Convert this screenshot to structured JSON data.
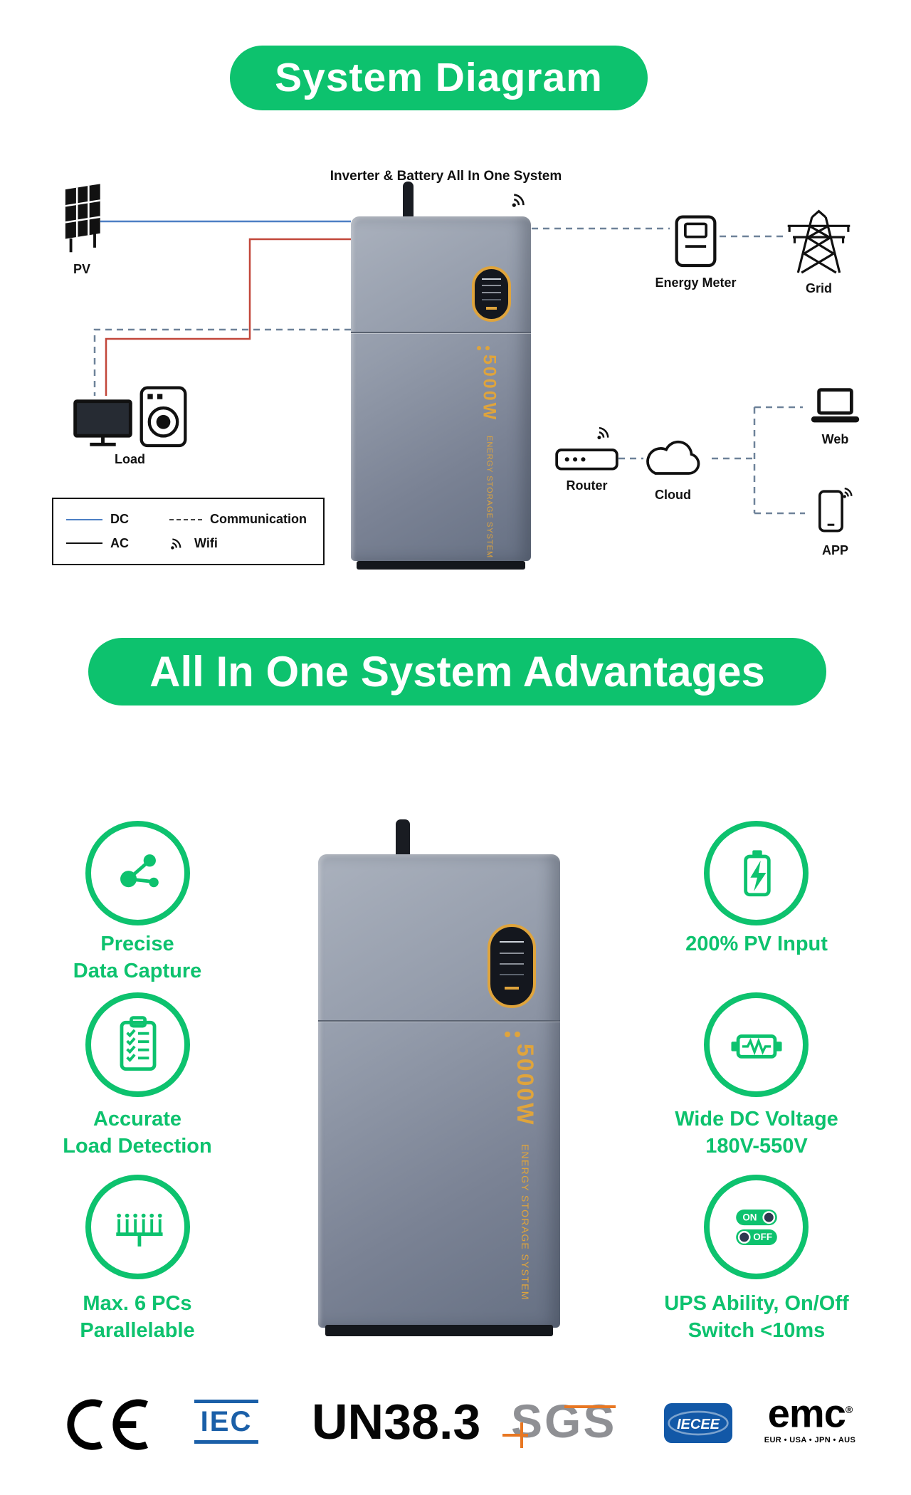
{
  "colors": {
    "green": "#0dc26e",
    "yellow": "#dfa43c",
    "dc_blue": "#4d7fc4",
    "ac_red": "#c2473a",
    "comm_gray": "#6e8299",
    "cert_blue": "#1a5fa8",
    "sgs_gray": "#8f9094",
    "sgs_orange": "#e87722"
  },
  "header": {
    "title": "System Diagram"
  },
  "diagram": {
    "caption": "Inverter & Battery All In One System",
    "unit": {
      "power": "5000W",
      "name": "ENERGY STORAGE SYSTEM"
    },
    "labels": {
      "pv": "PV",
      "energy_meter": "Energy Meter",
      "grid": "Grid",
      "load": "Load",
      "router": "Router",
      "cloud": "Cloud",
      "web": "Web",
      "app": "APP"
    },
    "legend": {
      "dc": "DC",
      "ac": "AC",
      "communication": "Communication",
      "wifi": "Wifi"
    }
  },
  "advantages": {
    "title": "All In One System Advantages",
    "left": [
      {
        "line1": "Precise",
        "line2": "Data Capture"
      },
      {
        "line1": "Accurate",
        "line2": "Load Detection"
      },
      {
        "line1": "Max. 6 PCs",
        "line2": "Parallelable"
      }
    ],
    "right": [
      {
        "line1": "200% PV Input",
        "line2": ""
      },
      {
        "line1": "Wide DC Voltage",
        "line2": "180V-550V"
      },
      {
        "line1": "UPS Ability, On/Off",
        "line2": "Switch <10ms"
      }
    ],
    "ups": {
      "on": "ON",
      "off": "OFF"
    }
  },
  "certs": {
    "ce": "CE",
    "iec": "IEC",
    "un": "UN38.3",
    "sgs": "SGS",
    "iecee": "IECEE",
    "emc": "emc",
    "emc_reg": "®",
    "emc_sub": "EUR • USA • JPN • AUS"
  }
}
